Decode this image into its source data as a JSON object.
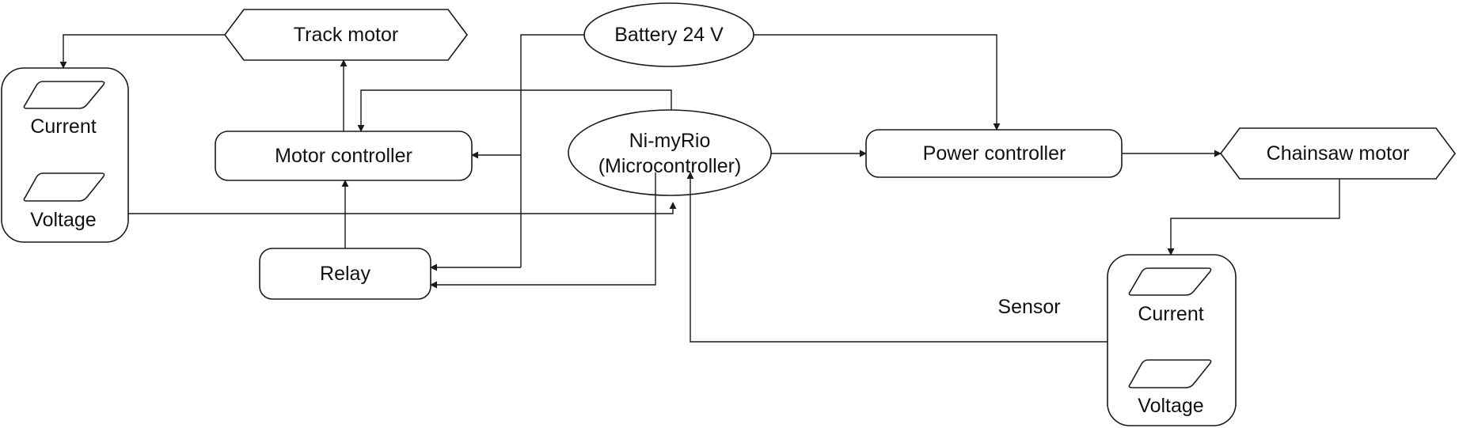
{
  "nodes": {
    "track_motor": "Track motor",
    "battery": "Battery 24 V",
    "motor_controller": "Motor controller",
    "microcontroller": "Ni-myRio\n(Microcontroller)",
    "power_controller": "Power controller",
    "chainsaw_motor": "Chainsaw motor",
    "relay": "Relay"
  },
  "left_sensor": {
    "current": "Current",
    "voltage": "Voltage"
  },
  "right_sensor": {
    "label": "Sensor",
    "current": "Current",
    "voltage": "Voltage"
  },
  "style": {
    "stroke": "#1a1a1a",
    "fill": "#ffffff"
  }
}
